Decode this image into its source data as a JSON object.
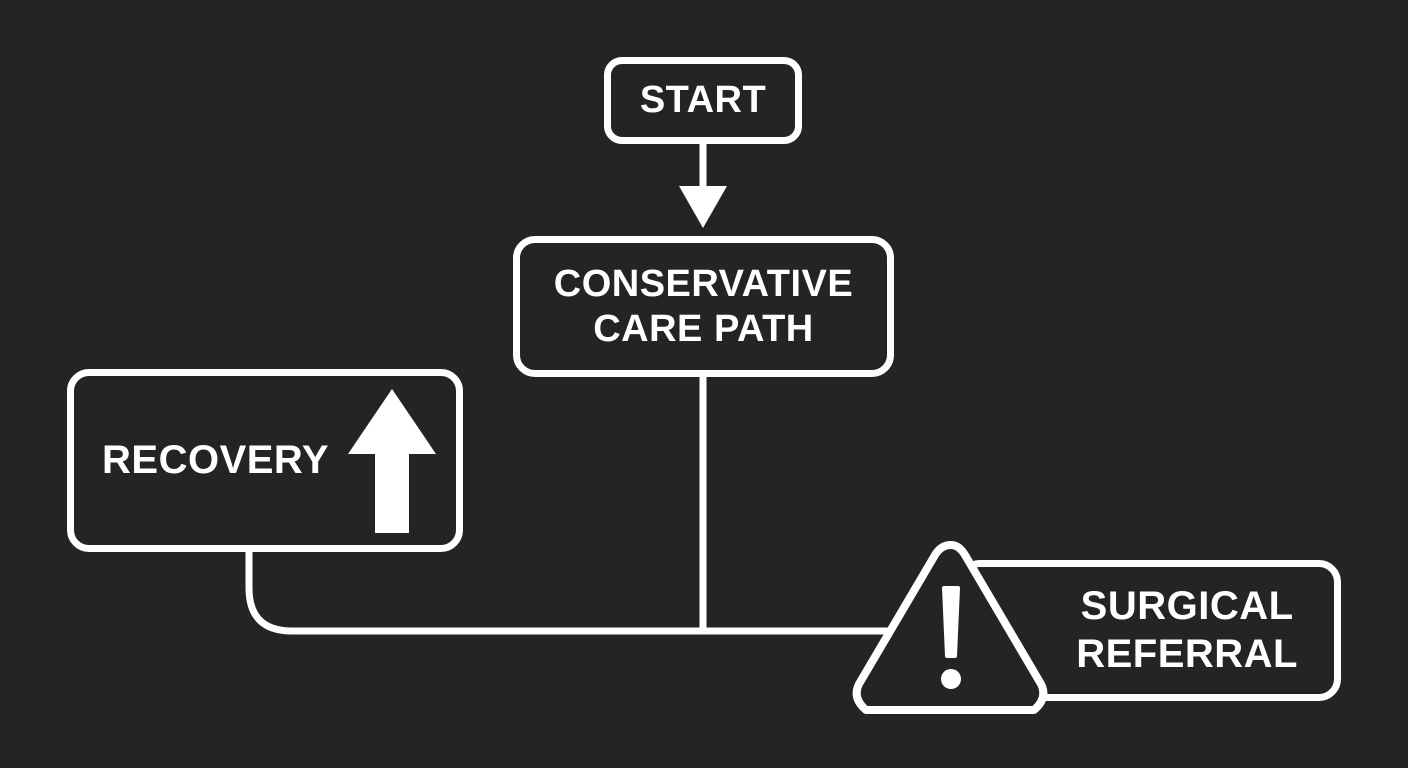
{
  "nodes": {
    "start": {
      "label": "START"
    },
    "conservative": {
      "label": "CONSERVATIVE\nCARE PATH"
    },
    "recovery": {
      "label": "RECOVERY",
      "icon": "arrow-up-icon"
    },
    "surgical": {
      "label": "SURGICAL\nREFERRAL",
      "icon": "warning-icon"
    }
  },
  "colors": {
    "background": "#242424",
    "stroke": "#ffffff"
  }
}
